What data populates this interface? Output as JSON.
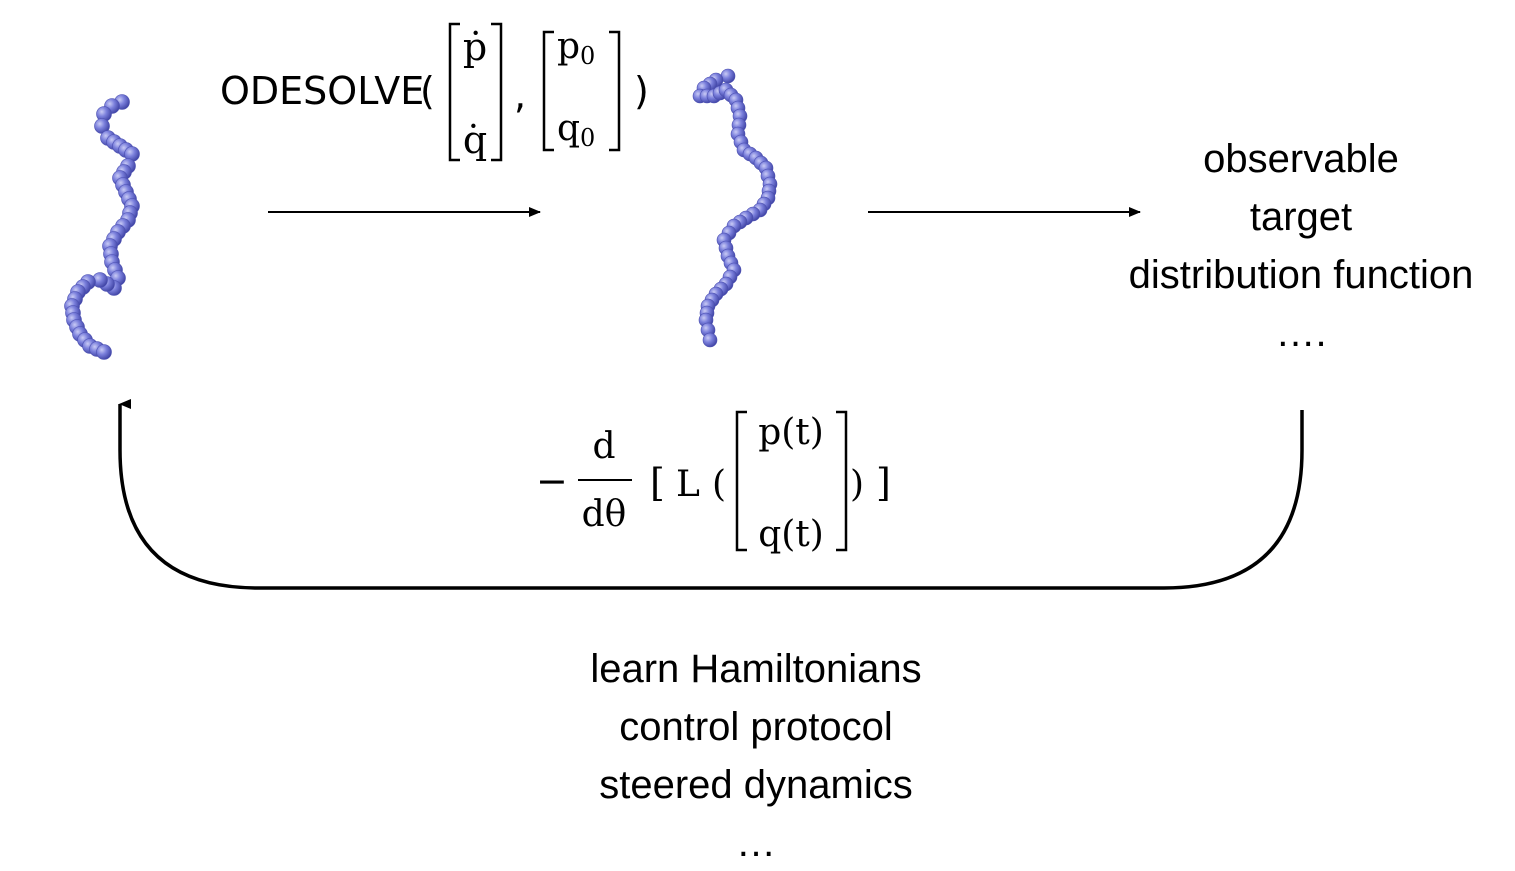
{
  "formula_top": {
    "func": "ODESOLVE",
    "open_paren": "(",
    "close_paren": ")",
    "comma": ",",
    "vec1": [
      "ṗ",
      "q̇"
    ],
    "vec2_p": "p",
    "vec2_q": "q",
    "subscript": "0"
  },
  "outputs": {
    "lines": [
      "observable",
      "target",
      "distribution function",
      "…."
    ]
  },
  "formula_bottom": {
    "minus": "−",
    "num": "d",
    "den": "dθ",
    "open_bracket": "[",
    "loss": "L",
    "open_paren": "(",
    "vec": [
      "p(t)",
      "q(t)"
    ],
    "close_paren": ")",
    "close_bracket": "]"
  },
  "applications": {
    "lines": [
      "learn Hamiltonians",
      "control protocol",
      "steered dynamics",
      "…"
    ]
  },
  "colors": {
    "bead": "#6f74d6",
    "bead_highlight": "#b9bcf2",
    "bead_dark": "#3f43a8",
    "line": "#000000"
  }
}
